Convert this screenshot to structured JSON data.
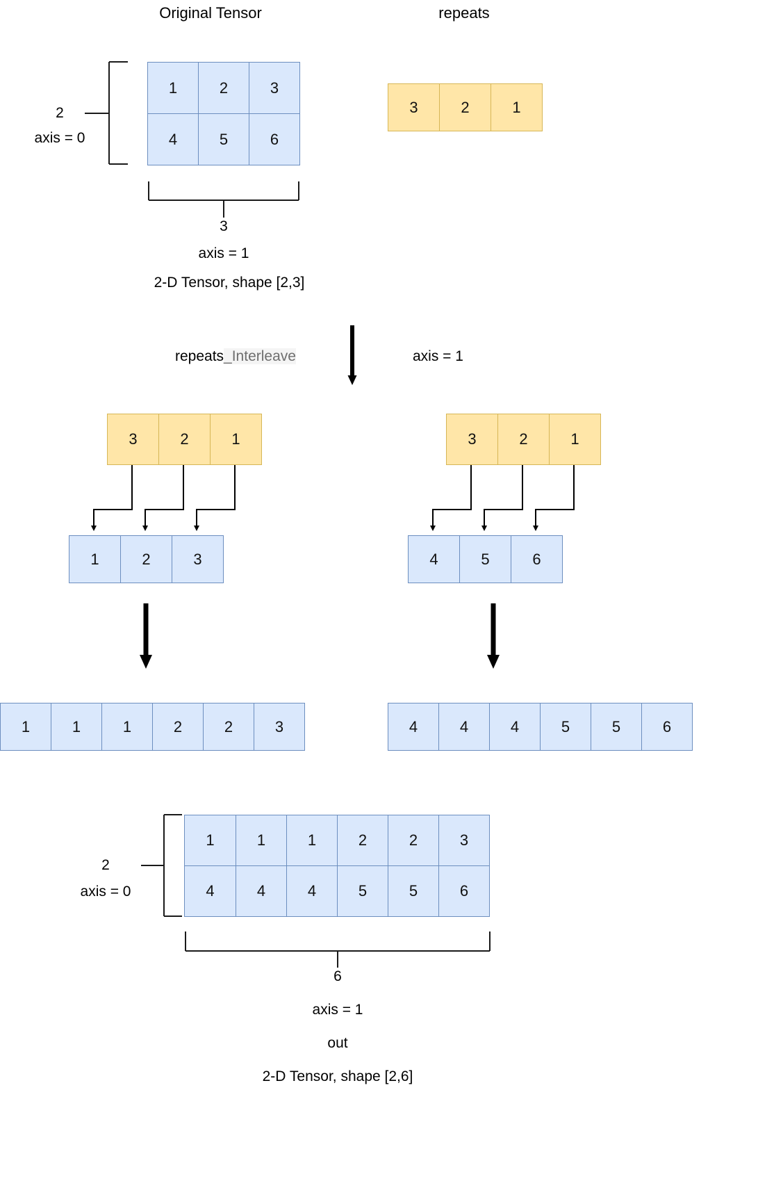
{
  "titles": {
    "original_tensor": "Original Tensor",
    "repeats": "repeats"
  },
  "original": {
    "rows": [
      [
        "1",
        "2",
        "3"
      ],
      [
        "4",
        "5",
        "6"
      ]
    ],
    "axis0_size": "2",
    "axis0_label": "axis = 0",
    "axis1_size": "3",
    "axis1_label": "axis = 1",
    "shape_caption": "2-D Tensor, shape [2,3]"
  },
  "repeats_top": {
    "values": [
      "3",
      "2",
      "1"
    ]
  },
  "operation": {
    "name_black": "repeats",
    "name_grey": "_Interleave",
    "axis_label": "axis = 1"
  },
  "left_branch": {
    "repeats": [
      "3",
      "2",
      "1"
    ],
    "source_row": [
      "1",
      "2",
      "3"
    ],
    "result_row": [
      "1",
      "1",
      "1",
      "2",
      "2",
      "3"
    ]
  },
  "right_branch": {
    "repeats": [
      "3",
      "2",
      "1"
    ],
    "source_row": [
      "4",
      "5",
      "6"
    ],
    "result_row": [
      "4",
      "4",
      "4",
      "5",
      "5",
      "6"
    ]
  },
  "output": {
    "rows": [
      [
        "1",
        "1",
        "1",
        "2",
        "2",
        "3"
      ],
      [
        "4",
        "4",
        "4",
        "5",
        "5",
        "6"
      ]
    ],
    "axis0_size": "2",
    "axis0_label": "axis = 0",
    "axis1_size": "6",
    "axis1_label": "axis = 1",
    "name": "out",
    "shape_caption": "2-D Tensor, shape [2,6]"
  },
  "colors": {
    "tensor_fill": "#dae8fc",
    "tensor_stroke": "#6c8ebf",
    "repeats_fill": "#ffe6a8",
    "repeats_stroke": "#d6b656",
    "line": "#000000",
    "bracket": "#1a1a1a",
    "highlight_bg": "#f4f4f4",
    "highlight_text": "#6e6e6e"
  },
  "chart_data": {
    "type": "diagram",
    "title": "repeat_interleave along axis = 1",
    "input_tensor": [
      [
        1,
        2,
        3
      ],
      [
        4,
        5,
        6
      ]
    ],
    "input_shape": [
      2,
      3
    ],
    "repeats": [
      3,
      2,
      1
    ],
    "axis": 1,
    "output_tensor": [
      [
        1,
        1,
        1,
        2,
        2,
        3
      ],
      [
        4,
        4,
        4,
        5,
        5,
        6
      ]
    ],
    "output_shape": [
      2,
      6
    ]
  }
}
